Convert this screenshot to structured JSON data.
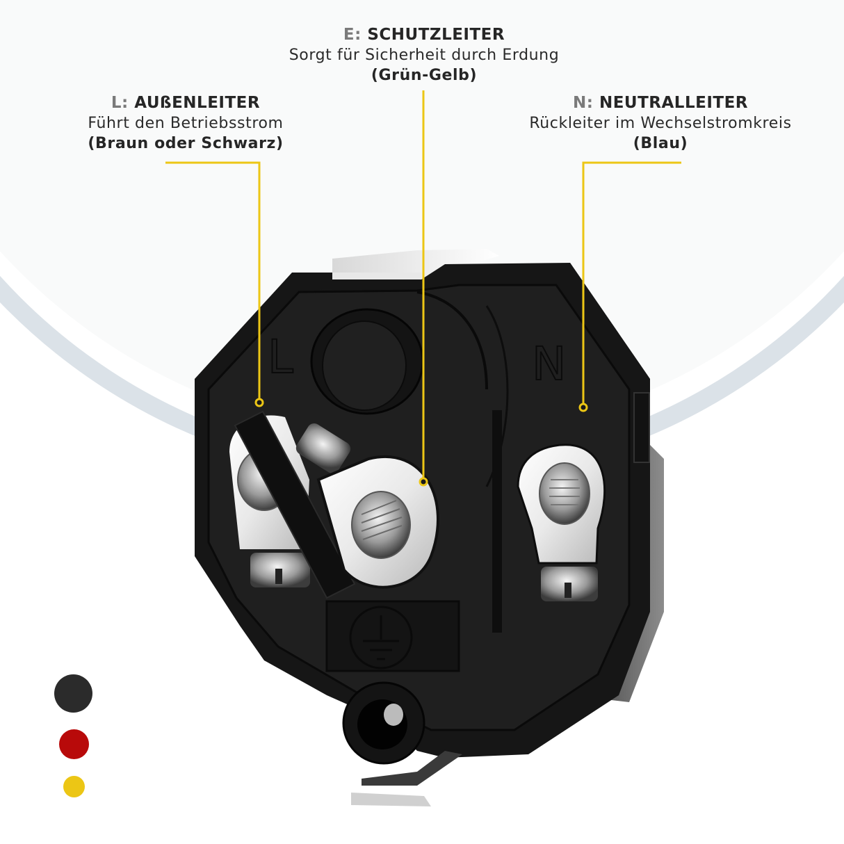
{
  "callouts": {
    "earth": {
      "prefix": "E:",
      "title": "SCHUTZLEITER",
      "description": "Sorgt für Sicherheit durch Erdung",
      "wire_color": "(Grün-Gelb)"
    },
    "line": {
      "prefix": "L:",
      "title": "AUßENLEITER",
      "description": "Führt den Betriebsstrom",
      "wire_color": "(Braun oder Schwarz)"
    },
    "neutral": {
      "prefix": "N:",
      "title": "NEUTRALLEITER",
      "description": "Rückleiter im Wechselstromkreis",
      "wire_color": "(Blau)"
    }
  },
  "plug_markings": {
    "line_letter": "L",
    "neutral_letter": "N",
    "ground_symbol": "earth-ground"
  },
  "flag_dots": [
    {
      "name": "black",
      "color": "#2b2b2b"
    },
    {
      "name": "red",
      "color": "#b80a0a"
    },
    {
      "name": "gold",
      "color": "#ecc615"
    }
  ],
  "colors": {
    "leader_line": "#ecc615",
    "background_panel": "#f9fafa",
    "arc_ring": "#dbe2e8",
    "text_dark": "#262626",
    "text_prefix": "#7a7a7a",
    "plug_body": "#1a1a1a"
  }
}
